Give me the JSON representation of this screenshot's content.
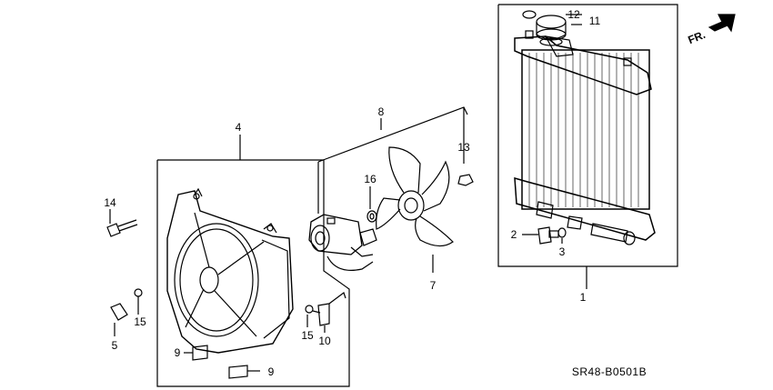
{
  "callouts": {
    "c1": "1",
    "c2": "2",
    "c3": "3",
    "c4": "4",
    "c5": "5",
    "c7": "7",
    "c8": "8",
    "c9a": "9",
    "c9b": "9",
    "c10": "10",
    "c11": "11",
    "c12": "12",
    "c13": "13",
    "c14": "14",
    "c15a": "15",
    "c15b": "15",
    "c16": "16"
  },
  "direction_marker": "FR.",
  "diagram_code": "SR48-B0501B",
  "icons": [
    "radiator",
    "radiator-cap",
    "fan-shroud",
    "fan-motor",
    "fan-blade",
    "forward-arrow-icon"
  ]
}
